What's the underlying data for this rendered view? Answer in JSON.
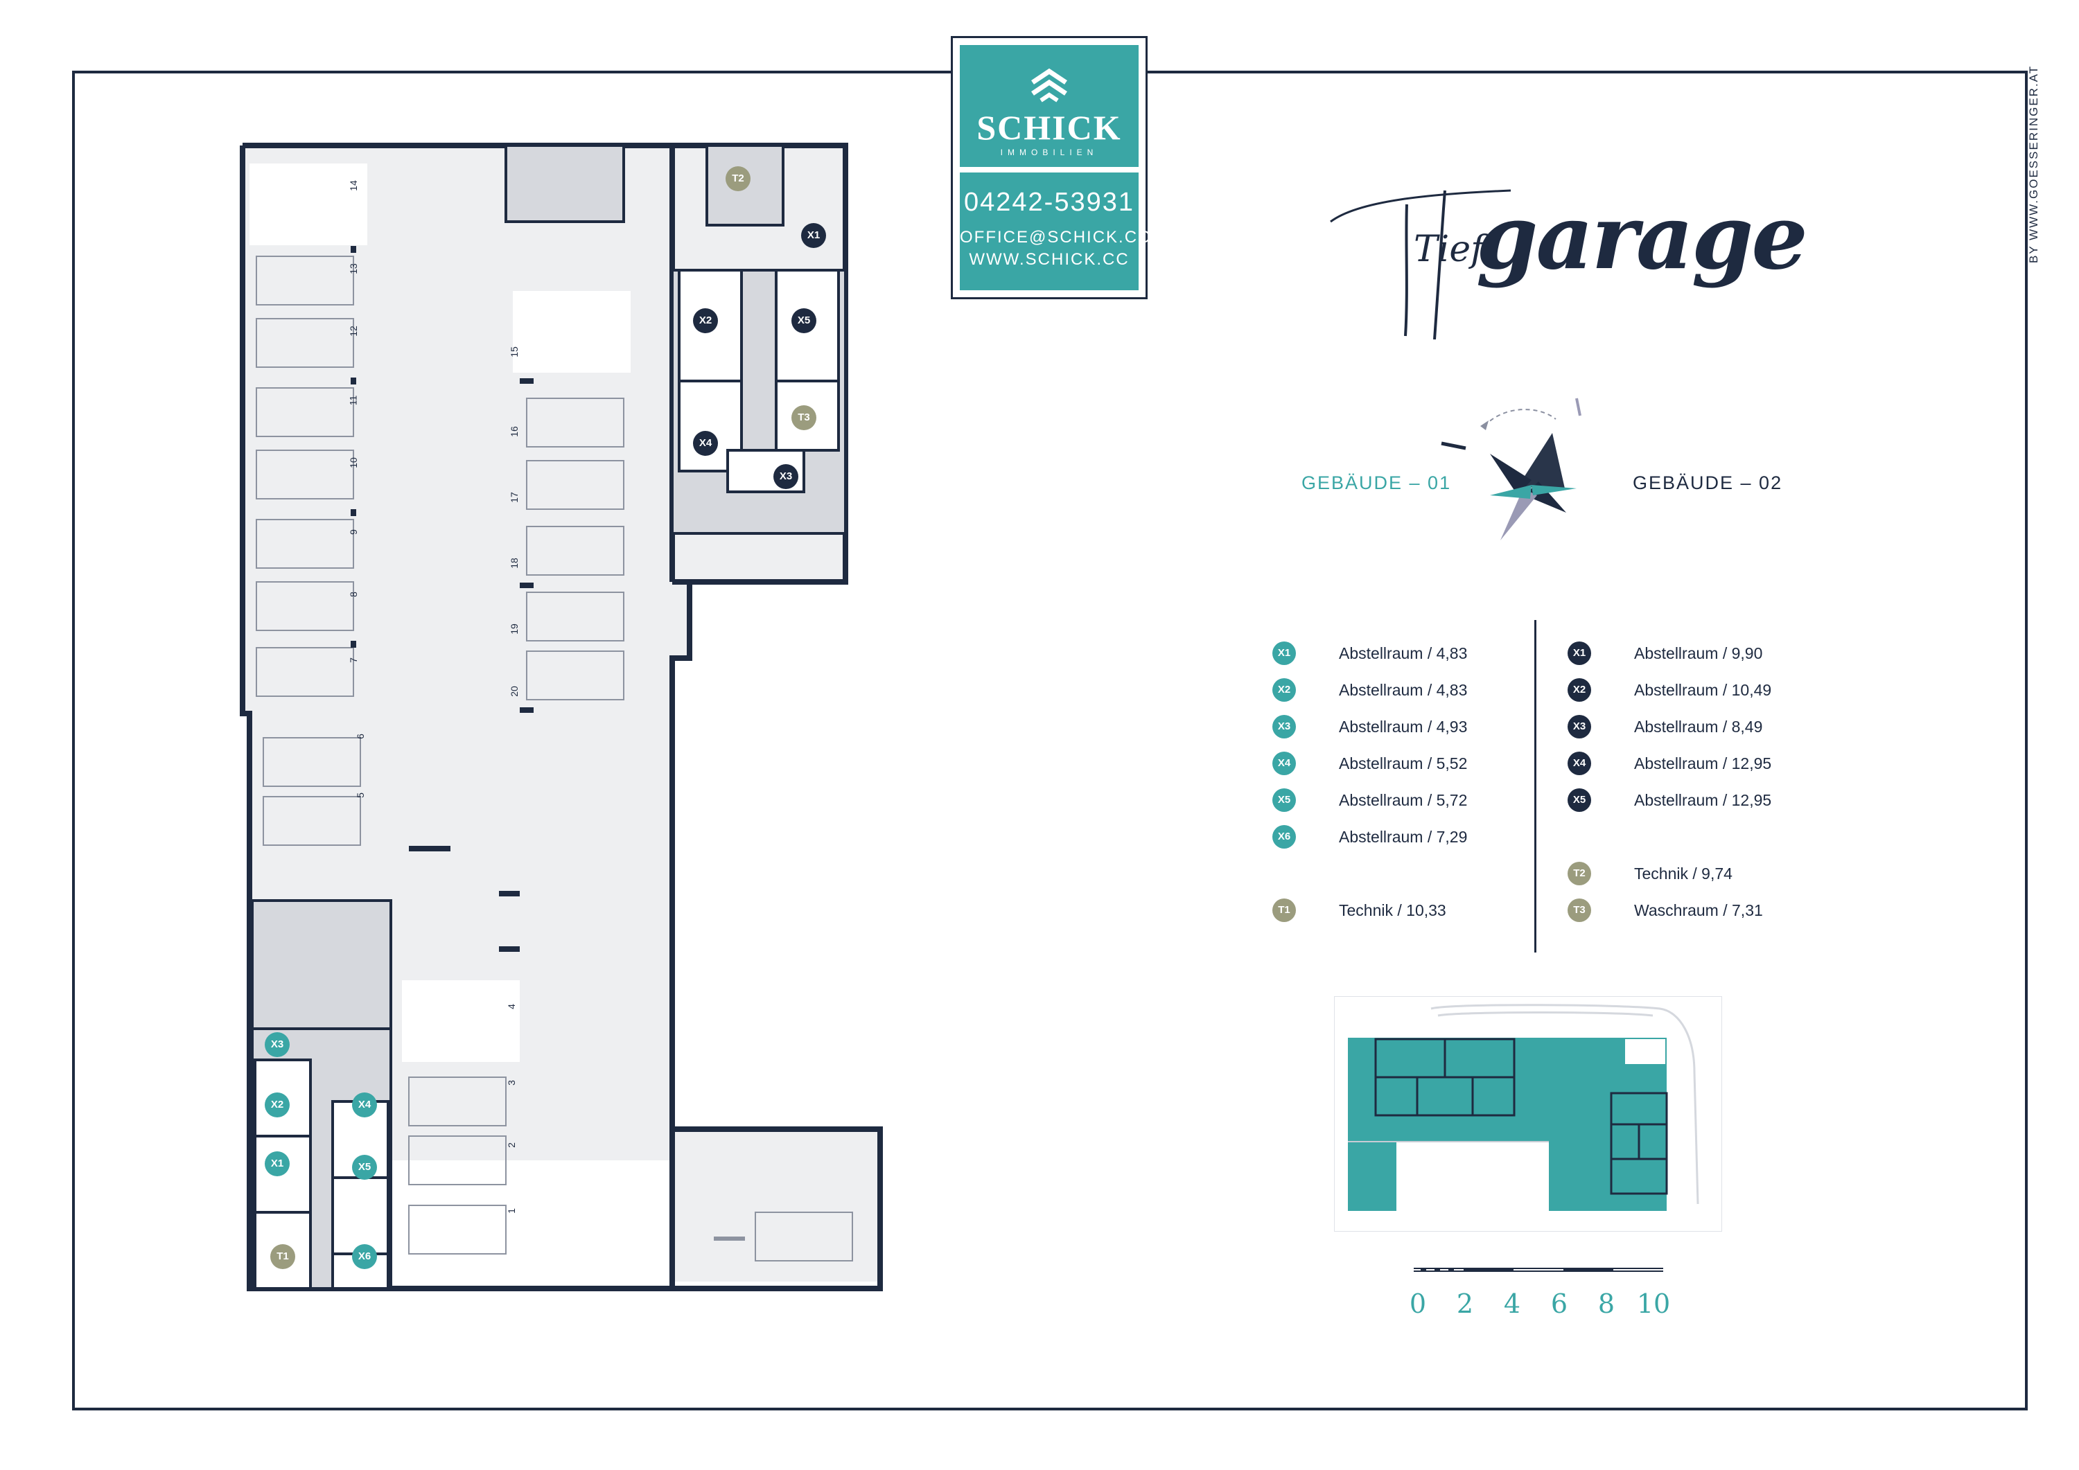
{
  "brand": {
    "name": "SCHICK",
    "subtitle": "IMMOBILIEN",
    "phone": "04242-53931",
    "email": "OFFICE@SCHICK.CC",
    "web": "WWW.SCHICK.CC",
    "credit": "BY WWW.GOESSERINGER.AT"
  },
  "title": {
    "prefix": "Tief",
    "main": "garage"
  },
  "buildings": {
    "left": "GEBÄUDE – 01",
    "right": "GEBÄUDE – 02"
  },
  "colors": {
    "teal": "#3aa6a5",
    "navy": "#1e2a40",
    "olive": "#9b9c7e",
    "floor": "#eeeff1",
    "wall": "#1e2a40"
  },
  "legend": {
    "building1": [
      {
        "code": "X1",
        "label": "Abstellraum / 4,83"
      },
      {
        "code": "X2",
        "label": "Abstellraum / 4,83"
      },
      {
        "code": "X3",
        "label": "Abstellraum / 4,93"
      },
      {
        "code": "X4",
        "label": "Abstellraum / 5,52"
      },
      {
        "code": "X5",
        "label": "Abstellraum / 5,72"
      },
      {
        "code": "X6",
        "label": "Abstellraum / 7,29"
      },
      {
        "code": "T1",
        "label": "Technik / 10,33"
      }
    ],
    "building2": [
      {
        "code": "X1",
        "label": "Abstellraum / 9,90"
      },
      {
        "code": "X2",
        "label": "Abstellraum / 10,49"
      },
      {
        "code": "X3",
        "label": "Abstellraum / 8,49"
      },
      {
        "code": "X4",
        "label": "Abstellraum / 12,95"
      },
      {
        "code": "X5",
        "label": "Abstellraum / 12,95"
      },
      {
        "code": "T2",
        "label": "Technik / 9,74"
      },
      {
        "code": "T3",
        "label": "Waschraum / 7,31"
      }
    ]
  },
  "scale": [
    "0",
    "2",
    "4",
    "6",
    "8",
    "10"
  ],
  "plan": {
    "rooms_b2": [
      {
        "code": "T2"
      },
      {
        "code": "X1"
      },
      {
        "code": "X2"
      },
      {
        "code": "X5"
      },
      {
        "code": "T3"
      },
      {
        "code": "X4"
      },
      {
        "code": "X3"
      }
    ],
    "rooms_b1": [
      {
        "code": "X3"
      },
      {
        "code": "X2"
      },
      {
        "code": "X4"
      },
      {
        "code": "X1"
      },
      {
        "code": "X5"
      },
      {
        "code": "T1"
      },
      {
        "code": "X6"
      }
    ],
    "spaces_left": [
      "14",
      "13",
      "12",
      "11",
      "10",
      "9",
      "8",
      "7",
      "6",
      "5"
    ],
    "spaces_mid": [
      "15",
      "16",
      "17",
      "18",
      "19",
      "20"
    ],
    "spaces_low": [
      "4",
      "3",
      "2",
      "1"
    ]
  }
}
